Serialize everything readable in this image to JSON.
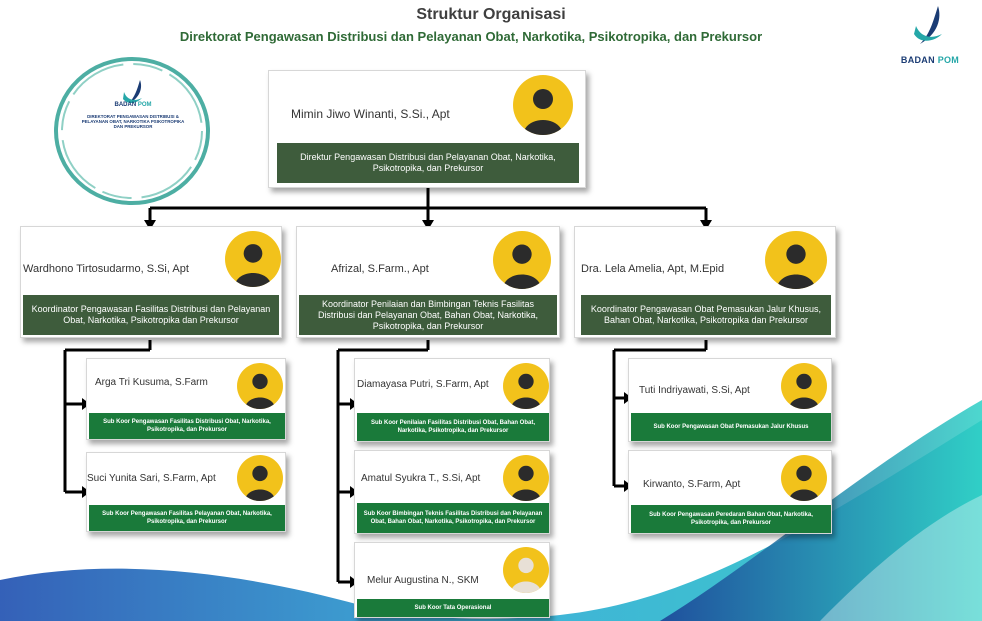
{
  "header": {
    "title": "Struktur Organisasi",
    "subtitle": "Direktorat Pengawasan Distribusi dan Pelayanan Obat, Narkotika, Psikotropika, dan Prekursor"
  },
  "logo": {
    "brand_main": "BADAN",
    "brand_accent": "POM"
  },
  "badge": {
    "brand_main": "BADAN",
    "brand_accent": "POM",
    "unit_text": "DIREKTORAT PENGAWASAN DISTRIBUSI & PELAYANAN OBAT, NARKOTIKA PSIKOTROPIKA DAN PREKURSOR"
  },
  "director": {
    "name": "Mimin Jiwo Winanti, S.Si., Apt",
    "role": "Direktur Pengawasan Distribusi dan Pelayanan Obat, Narkotika, Psikotropika, dan Prekursor"
  },
  "coordinators": [
    {
      "name": "Wardhono Tirtosudarmo, S.Si, Apt",
      "role": "Koordinator Pengawasan Fasilitas Distribusi dan Pelayanan Obat, Narkotika, Psikotropika dan Prekursor",
      "staff": [
        {
          "name": "Arga Tri Kusuma, S.Farm",
          "role": "Sub Koor Pengawasan Fasilitas Distribusi Obat, Narkotika, Psikotropika, dan Prekursor"
        },
        {
          "name": "Suci Yunita Sari, S.Farm, Apt",
          "role": "Sub Koor Pengawasan Fasilitas Pelayanan Obat, Narkotika, Psikotropika, dan Prekursor"
        }
      ]
    },
    {
      "name": "Afrizal, S.Farm., Apt",
      "role": "Koordinator Penilaian dan Bimbingan Teknis Fasilitas Distribusi dan Pelayanan Obat, Bahan Obat, Narkotika, Psikotropika, dan Prekursor",
      "staff": [
        {
          "name": "Diamayasa Putri, S.Farm, Apt",
          "role": "Sub Koor Penilaian Fasilitas Distribusi Obat, Bahan Obat, Narkotika, Psikotropika, dan Prekursor"
        },
        {
          "name": "Amatul Syukra T., S.Si, Apt",
          "role": "Sub Koor Bimbingan Teknis Fasilitas Distribusi dan Pelayanan Obat, Bahan Obat, Narkotika, Psikotropika, dan Prekursor"
        },
        {
          "name": "Melur Augustina N., SKM",
          "role": "Sub Koor Tata Operasional"
        }
      ]
    },
    {
      "name": "Dra. Lela Amelia, Apt, M.Epid",
      "role": "Koordinator Pengawasan Obat Pemasukan Jalur Khusus, Bahan Obat, Narkotika, Psikotropika dan Prekursor",
      "staff": [
        {
          "name": "Tuti Indriyawati, S.Si, Apt",
          "role": "Sub Koor Pengawasan Obat Pemasukan Jalur Khusus"
        },
        {
          "name": "Kirwanto, S.Farm, Apt",
          "role": "Sub Koor Pengawasan Peredaran Bahan Obat, Narkotika, Psikotropika, dan Prekursor"
        }
      ]
    }
  ],
  "colors": {
    "role_dark": "#3e5c3c",
    "role_green": "#1a7a3a",
    "photo_bg": "#f2c21b",
    "wave_blue": "#1e4fb0",
    "wave_teal": "#27c6c2"
  }
}
